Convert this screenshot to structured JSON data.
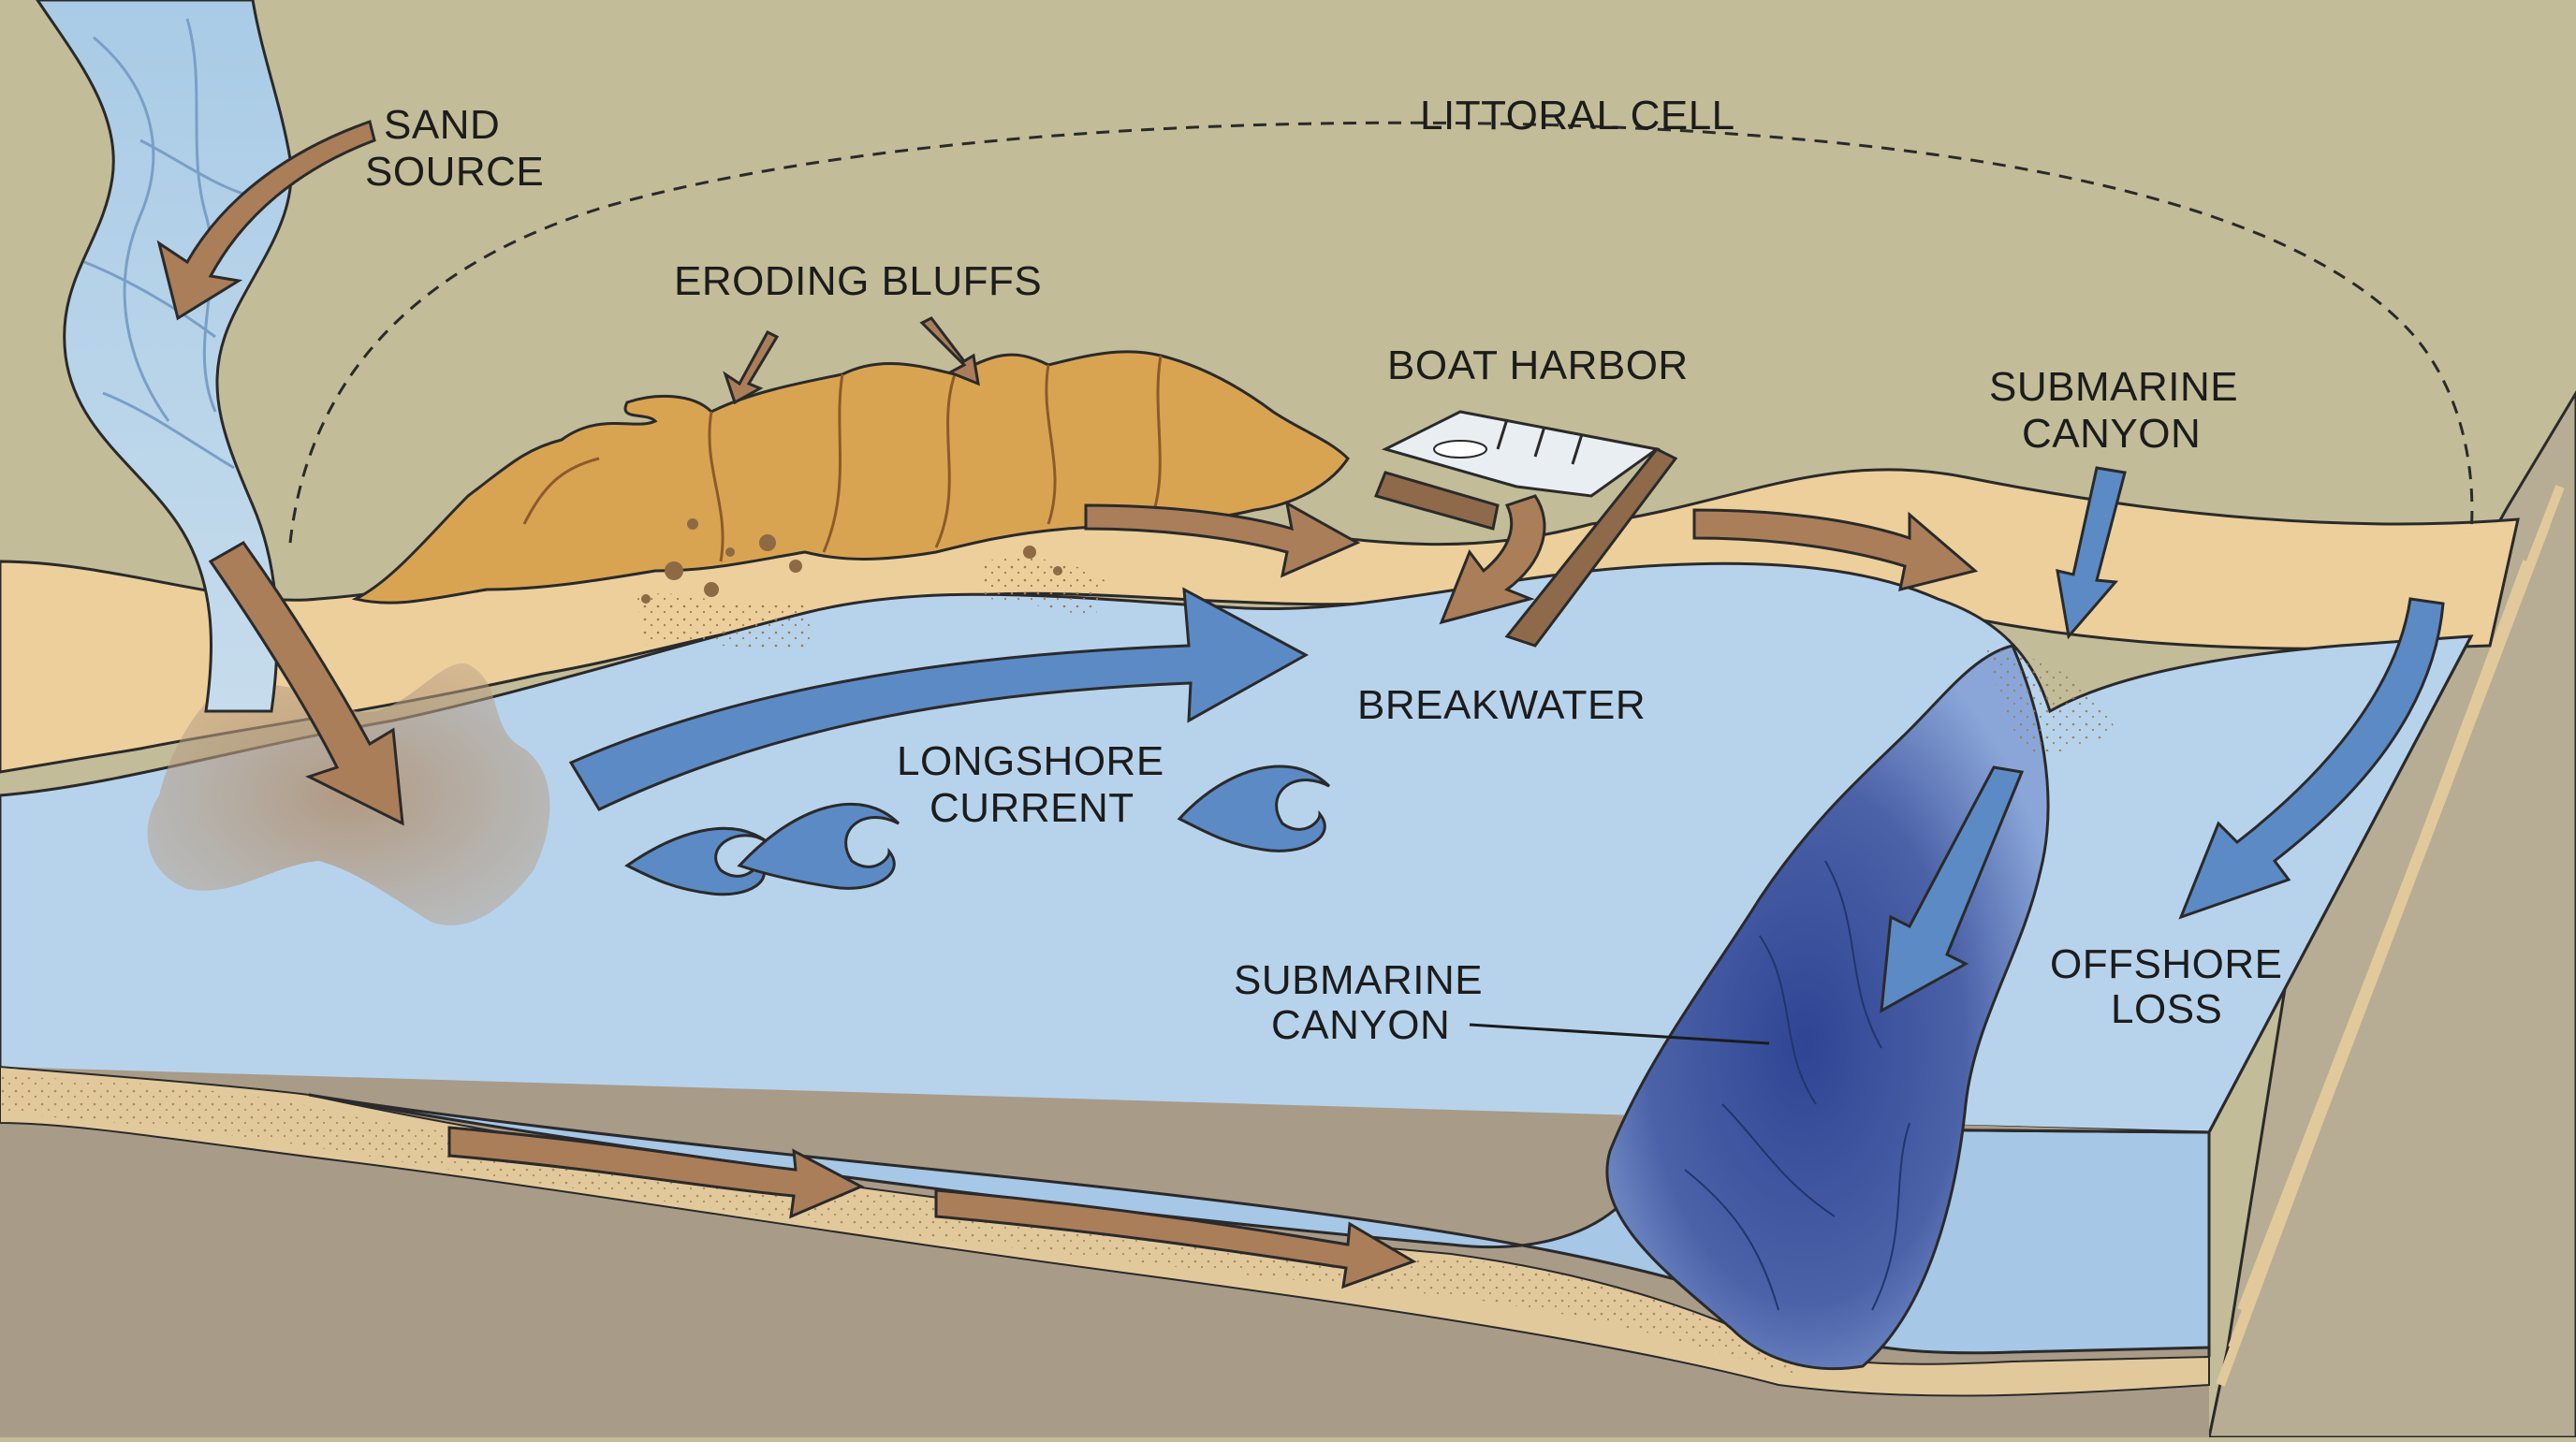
{
  "labels": {
    "sand_source": [
      "SAND",
      "SOURCE"
    ],
    "littoral_cell": "LITTORAL CELL",
    "eroding_bluffs": "ERODING BLUFFS",
    "boat_harbor": "BOAT HARBOR",
    "submarine_canyon_top": [
      "SUBMARINE",
      "CANYON"
    ],
    "breakwater": "BREAKWATER",
    "longshore_current": [
      "LONGSHORE",
      "CURRENT"
    ],
    "submarine_canyon_bottom": [
      "SUBMARINE",
      "CANYON"
    ],
    "offshore_loss": [
      "OFFSHORE",
      "LOSS"
    ]
  },
  "colors": {
    "land": "#c2bc98",
    "beach": "#eccf9a",
    "bluff": "#d9a451",
    "water": "#b7d3ec",
    "deep_water": "#a6c7e6",
    "canyon": "#41579c",
    "sediment_arrow": "#a97e59",
    "current_arrow": "#5c8ac4",
    "bedrock": "#a89b88",
    "sand_layer": "#e2c99b",
    "outline": "#2a2a2a"
  }
}
